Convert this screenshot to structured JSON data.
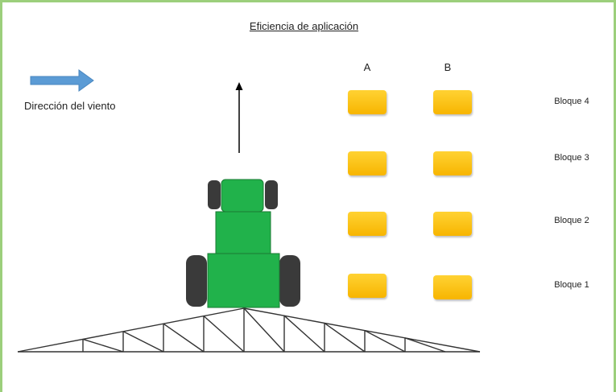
{
  "title": "Eficiencia de aplicación",
  "wind": {
    "label": "Dirección del viento",
    "arrow_color": "#5b9bd5",
    "arrow_icon": "right-arrow-icon"
  },
  "travel_direction_icon": "up-arrow-icon",
  "columns": [
    "A",
    "B"
  ],
  "blocks": [
    "Bloque 4",
    "Bloque 3",
    "Bloque 2",
    "Bloque 1"
  ],
  "colors": {
    "tractor_body": "#21b24b",
    "tractor_outline": "#1a7a33",
    "wheels": "#3a3a3a",
    "plots": "#f7b500",
    "border": "#9ccf7c"
  },
  "vehicle_icon": "tractor-icon",
  "boom_icon": "sprayer-boom-icon"
}
